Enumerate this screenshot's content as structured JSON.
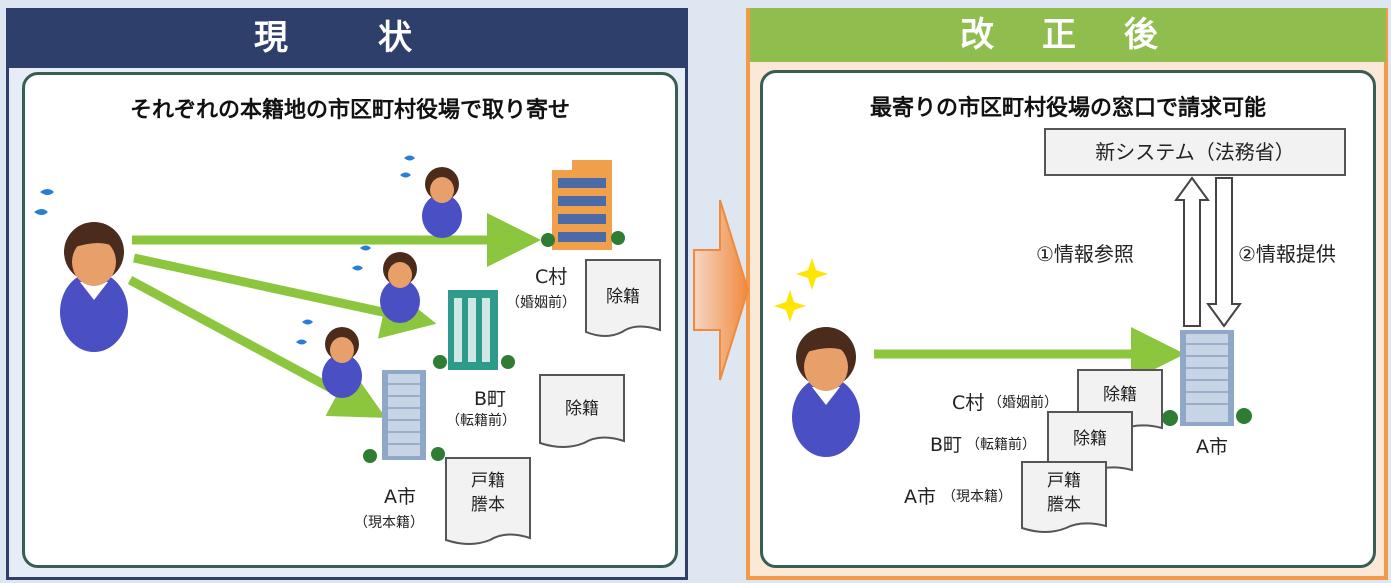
{
  "left": {
    "header": "現　状",
    "title": "それぞれの本籍地の市区町村役場で取り寄せ",
    "places": [
      {
        "name": "C村",
        "note": "（婚姻前）",
        "doc": "除籍"
      },
      {
        "name": "B町",
        "note": "（転籍前）",
        "doc": "除籍"
      },
      {
        "name": "A市",
        "note": "（現本籍）",
        "doc_lines": [
          "戸籍",
          "謄本"
        ]
      }
    ]
  },
  "right": {
    "header": "改 正 後",
    "title": "最寄りの市区町村役場の窓口で請求可能",
    "system_box": "新システム（法務省）",
    "flow_up": "①情報参照",
    "flow_down": "②情報提供",
    "office_label": "A市",
    "records": [
      {
        "place": "C村",
        "note": "（婚姻前）",
        "doc": "除籍"
      },
      {
        "place": "B町",
        "note": "（転籍前）",
        "doc": "除籍"
      },
      {
        "place": "A市",
        "note": "（現本籍）",
        "doc_lines": [
          "戸籍",
          "謄本"
        ]
      }
    ]
  },
  "colors": {
    "left_header": "#2e3f6b",
    "right_header": "#8fbd4e",
    "right_frame": "#f29a4a",
    "arrow_green": "#8cc63f",
    "panel_border": "#385e52"
  }
}
